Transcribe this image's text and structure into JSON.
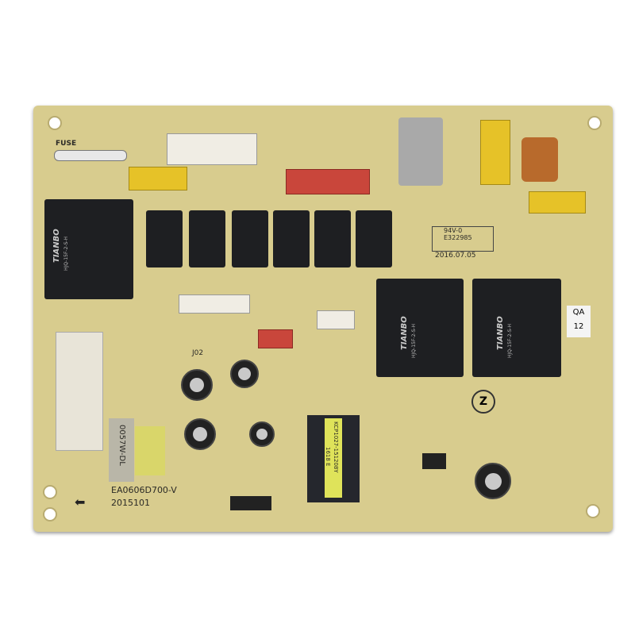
{
  "board": {
    "fuse_label": "FUSE",
    "relay_brand": "TIANBO",
    "relay_model": "HJQ-15F-2-S-H",
    "label_jq2": "J02",
    "rating": "94V-0",
    "ul_number": "E322985",
    "date": "2016.07.05",
    "transformer_label": "0057W-DL",
    "part_number": "EA0606D700-V",
    "batch": "2015101",
    "smps_transformer": "KCP1027-151208Y",
    "smps_code": "1618 E",
    "sticker": [
      "QA",
      "12"
    ],
    "colors": {
      "board": "#d8cc8e",
      "relay": "#1e1f22",
      "connector_red": "#c9463b",
      "capacitor_yellow": "#e6c228"
    }
  }
}
